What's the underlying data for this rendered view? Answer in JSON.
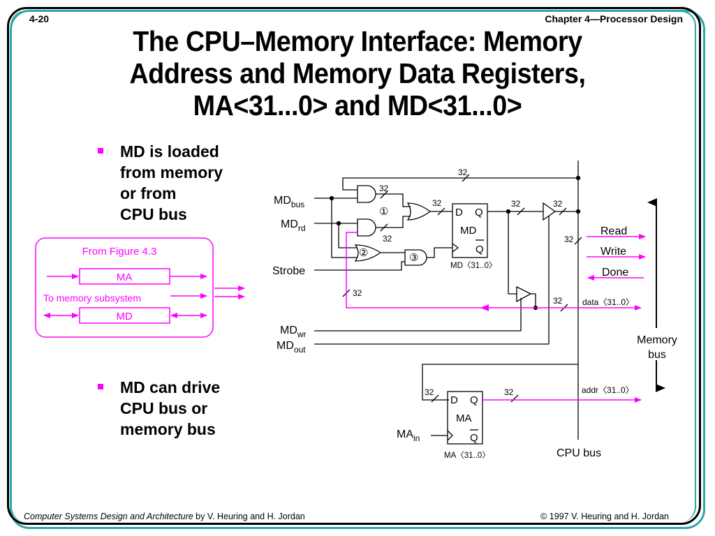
{
  "header": {
    "slide_number": "4-20",
    "chapter": "Chapter 4—Processor Design",
    "title_lines": [
      "The CPU–Memory Interface: Memory",
      "Address and Memory Data Registers,",
      "MA<31...0> and MD<31...0>"
    ]
  },
  "bullets": [
    {
      "lines": [
        "MD is loaded",
        "from memory",
        "or from",
        "CPU bus"
      ]
    },
    {
      "lines": [
        "MD can drive",
        "CPU bus or",
        "memory bus"
      ]
    }
  ],
  "figure_box": {
    "title": "From Figure 4.3",
    "ma_label": "MA",
    "md_label": "MD",
    "subsystem_label": "To memory subsystem"
  },
  "circuit": {
    "inputs": {
      "md_bus": {
        "main": "MD",
        "sub": "bus"
      },
      "md_rd": {
        "main": "MD",
        "sub": "rd"
      },
      "strobe": "Strobe",
      "md_wr": {
        "main": "MD",
        "sub": "wr"
      },
      "md_out": {
        "main": "MD",
        "sub": "out"
      },
      "ma_in": {
        "main": "MA",
        "sub": "in"
      }
    },
    "bus_width": "32",
    "gate_markers": [
      "①",
      "②",
      "③"
    ],
    "md_register": {
      "d": "D",
      "q": "Q",
      "qbar": "Q",
      "name": "MD",
      "caption": "MD〈31..0〉"
    },
    "ma_register": {
      "d": "D",
      "q": "Q",
      "qbar": "Q",
      "name": "MA",
      "caption": "MA〈31..0〉"
    },
    "signals": {
      "read": "Read",
      "write": "Write",
      "done": "Done",
      "data": "data〈31..0〉",
      "addr": "addr〈31..0〉"
    },
    "memory_bus_label": [
      "Memory",
      "bus"
    ],
    "cpu_bus_label": "CPU bus"
  },
  "colors": {
    "accent_magenta": "#ff00ff",
    "border_teal": "#2fa6a6"
  },
  "footer": {
    "book_title": "Computer Systems Design and Architecture",
    "authors": " by V. Heuring and H. Jordan",
    "copyright": "© 1997 V. Heuring and H. Jordan"
  }
}
